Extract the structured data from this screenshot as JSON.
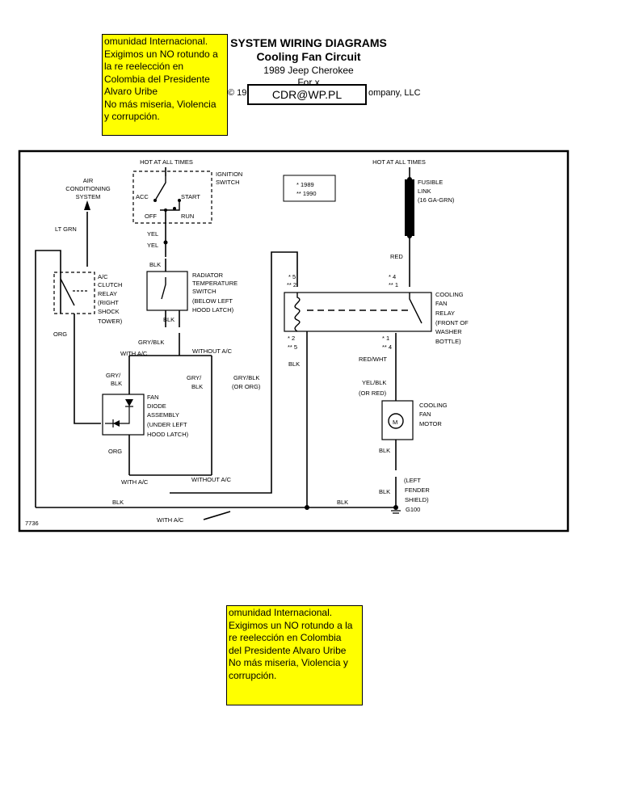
{
  "header": {
    "title": "SYSTEM WIRING DIAGRAMS",
    "subtitle": "Cooling Fan Circuit",
    "model": "1989 Jeep Cherokee",
    "for_line": "For x",
    "copyright_left": "© 19",
    "copyright_right": "ompany, LLC"
  },
  "stamp": {
    "text": "CDR@WP.PL"
  },
  "notes": {
    "top": [
      "omunidad Internacional.",
      "Exigimos un NO rotundo a",
      "la re reelección en",
      "Colombia del Presidente",
      "Alvaro Uribe",
      "No más miseria, Violencia",
      "y corrupción."
    ],
    "bottom": [
      "omunidad Internacional.",
      "Exigimos un NO rotundo a la",
      "re reelección en Colombia",
      "del Presidente Alvaro Uribe",
      "No más miseria, Violencia y",
      "corrupción."
    ]
  },
  "diagram": {
    "hot_left": "HOT AT ALL TIMES",
    "hot_right": "HOT AT ALL TIMES",
    "ign_label_1": "IGNITION",
    "ign_label_2": "SWITCH",
    "acc": "ACC",
    "start": "START",
    "off": "OFF",
    "run": "RUN",
    "year_1": "* 1989",
    "year_2": "** 1990",
    "air_1": "AIR",
    "air_2": "CONDITIONING",
    "air_3": "SYSTEM",
    "lt_grn": "LT GRN",
    "yel_1": "YEL",
    "yel_2": "YEL",
    "blk_rad": "BLK",
    "rad_1": "RADIATOR",
    "rad_2": "TEMPERATURE",
    "rad_3": "SWITCH",
    "rad_4": "(BELOW LEFT",
    "rad_5": "HOOD LATCH)",
    "blk_rad2": "BLK",
    "ac_1": "A/C",
    "ac_2": "CLUTCH",
    "ac_3": "RELAY",
    "ac_4": "(RIGHT",
    "ac_5": "SHOCK",
    "ac_6": "TOWER)",
    "org_1": "ORG",
    "gry_blk_top": "GRY/BLK",
    "with_ac_1": "WITH A/C",
    "without_ac_1": "WITHOUT A/C",
    "gry_1": "GRY/",
    "gry_2": "BLK",
    "gry_3": "GRY/",
    "gry_4": "BLK",
    "gry_org_1": "GRY/BLK",
    "gry_org_2": "(OR ORG)",
    "diode_1": "FAN",
    "diode_2": "DIODE",
    "diode_3": "ASSEMBLY",
    "diode_4": "(UNDER LEFT",
    "diode_5": "HOOD LATCH)",
    "org_2": "ORG",
    "with_ac_2": "WITH A/C",
    "without_ac_2": "WITHOUT A/C",
    "blk_bottom": "BLK",
    "blk_bottom2": "BLK",
    "with_ac_3": "WITH A/C",
    "fig_no": "7736",
    "fusible_1": "FUSIBLE",
    "fusible_2": "LINK",
    "fusible_3": "(16 GA-GRN)",
    "red": "RED",
    "pin_l5": "* 5",
    "pin_l2": "** 2",
    "pin_r4": "* 4",
    "pin_r1": "** 1",
    "pin_bl2": "* 2",
    "pin_bl5": "** 5",
    "pin_br1": "* 1",
    "pin_br4": "** 4",
    "relay_1": "COOLING",
    "relay_2": "FAN",
    "relay_3": "RELAY",
    "relay_4": "(FRONT OF",
    "relay_5": "WASHER",
    "relay_6": "BOTTLE)",
    "blk_relay": "BLK",
    "red_wht": "RED/WHT",
    "yel_blk_1": "YEL/BLK",
    "yel_blk_2": "(OR RED)",
    "motor_1": "COOLING",
    "motor_2": "FAN",
    "motor_3": "MOTOR",
    "motor_m": "M",
    "blk_motor": "BLK",
    "blk_motor2": "BLK",
    "gnd_1": "(LEFT",
    "gnd_2": "FENDER",
    "gnd_3": "SHIELD)",
    "gnd_4": "G100"
  }
}
